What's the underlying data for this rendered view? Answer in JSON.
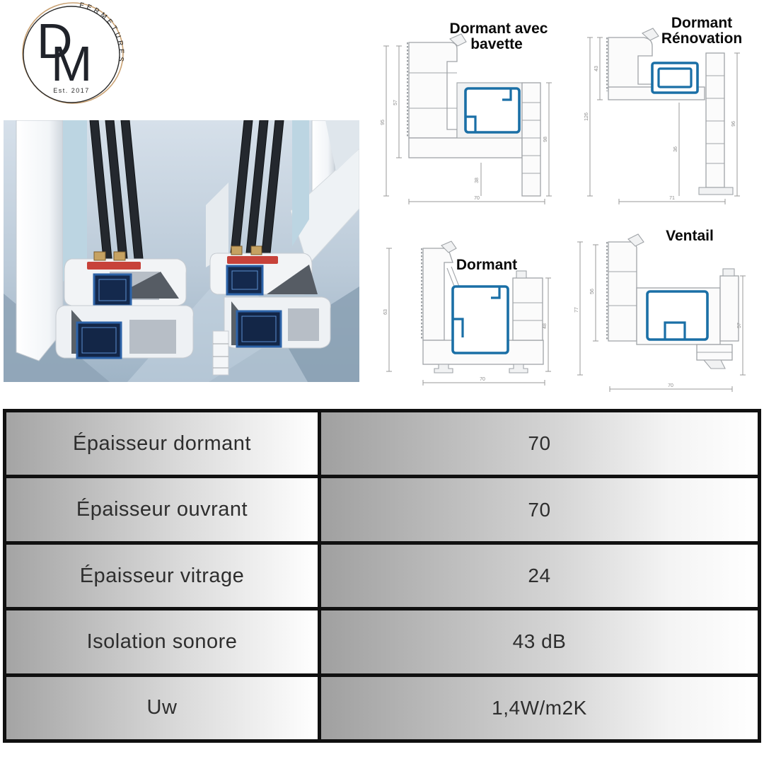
{
  "logo": {
    "initial_d": "D",
    "initial_m": "M",
    "arc_text": "FERMETURES",
    "established": "Est. 2017"
  },
  "diagrams": {
    "bavette": {
      "title_line1": "Dormant avec",
      "title_line2": "bavette",
      "dim_left": "95",
      "dim_inner": "57",
      "dim_mid": "38",
      "dim_bottom": "70",
      "dim_right": "98"
    },
    "renovation": {
      "title_line1": "Dormant",
      "title_line2": "Rénovation",
      "dim_left": "126",
      "dim_inner": "43",
      "dim_mid": "36",
      "dim_bottom": "71",
      "dim_right": "96"
    },
    "dormant": {
      "title": "Dormant",
      "dim_left": "63",
      "dim_bottom": "70",
      "dim_right": "48"
    },
    "ventail": {
      "title": "Ventail",
      "dim_left": "77",
      "dim_inner": "56",
      "dim_bottom": "70",
      "dim_right": "57"
    }
  },
  "table": {
    "rows": [
      {
        "label": "Épaisseur dormant",
        "value": "70"
      },
      {
        "label": "Épaisseur ouvrant",
        "value": "70"
      },
      {
        "label": "Épaisseur vitrage",
        "value": "24"
      },
      {
        "label": "Isolation sonore",
        "value": "43 dB"
      },
      {
        "label": "Uw",
        "value": "1,4W/m2K"
      }
    ]
  },
  "colors": {
    "diagram_blue": "#1a6fa6",
    "steel_chamber_blue": "#2d63a8",
    "seal_red": "#c7423a",
    "spacer_tan": "#c6a262",
    "logo_tan": "#c9a172",
    "table_border": "#101010",
    "photo_background": "#b9c9d8"
  }
}
